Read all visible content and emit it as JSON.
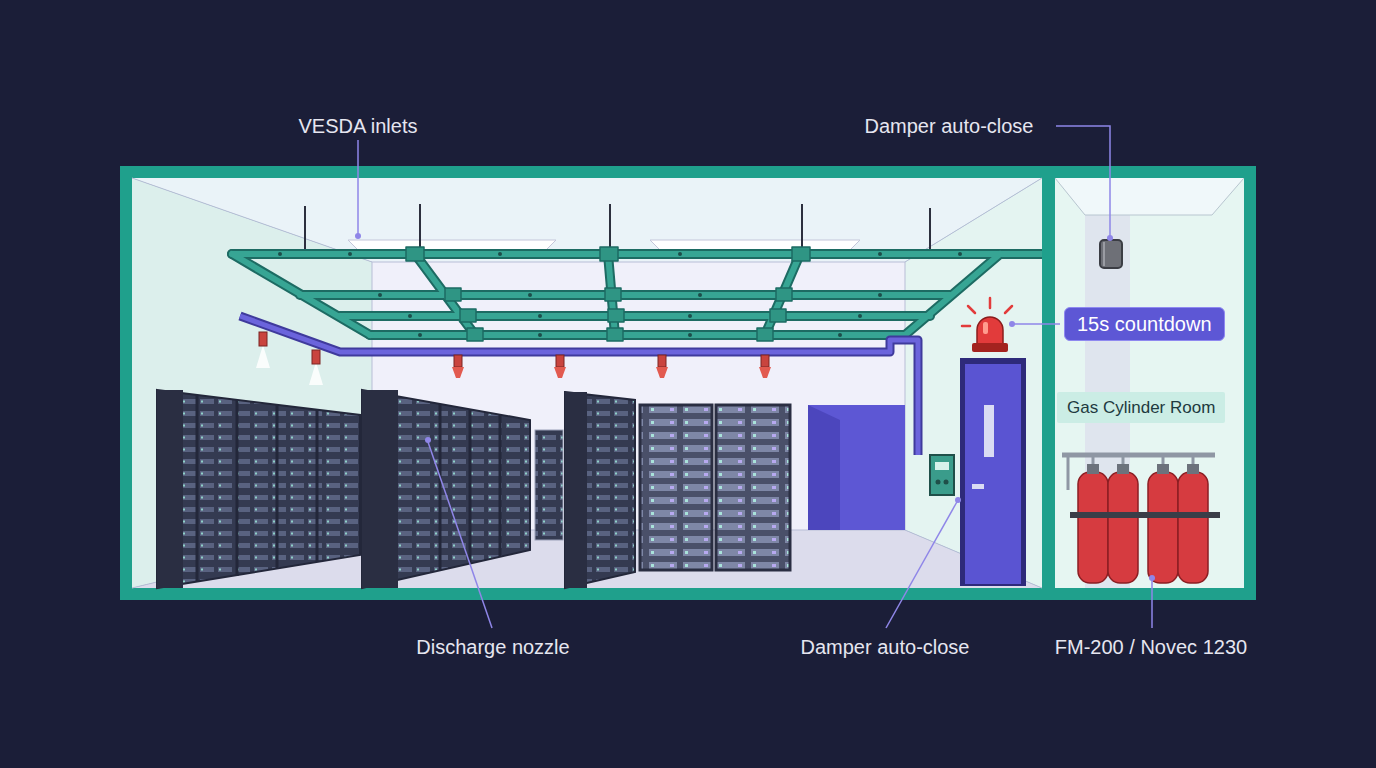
{
  "diagram": {
    "nodes": [
      {
        "text": [
          "15s countdown"
        ]
      },
      {
        "text": [
          "Gas Cylinder Room"
        ]
      }
    ],
    "labels": [
      "VESDA inlets",
      "Damper auto-close",
      "Discharge nozzle",
      "Damper auto-close",
      "FM-200 / Novec 1230"
    ]
  }
}
